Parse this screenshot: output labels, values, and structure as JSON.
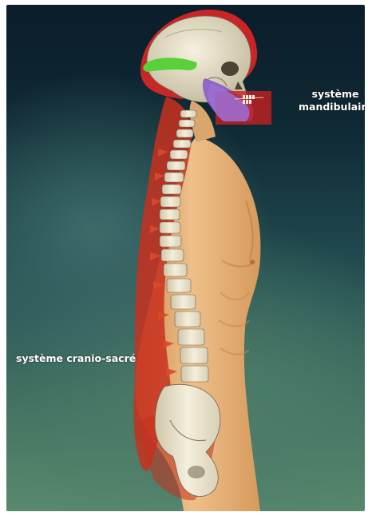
{
  "labels": {
    "mandibular_system": {
      "line1": "système",
      "line2": "mandibulaire"
    },
    "craniosacral_system": "système cranio-sacré"
  },
  "colors": {
    "spine_highlight": "#c8301e",
    "mandible_highlight": "#8a5cc8",
    "occipital_marker": "#5ad03a",
    "skin": "#e8b47a",
    "bone": "#f1ecd8"
  }
}
